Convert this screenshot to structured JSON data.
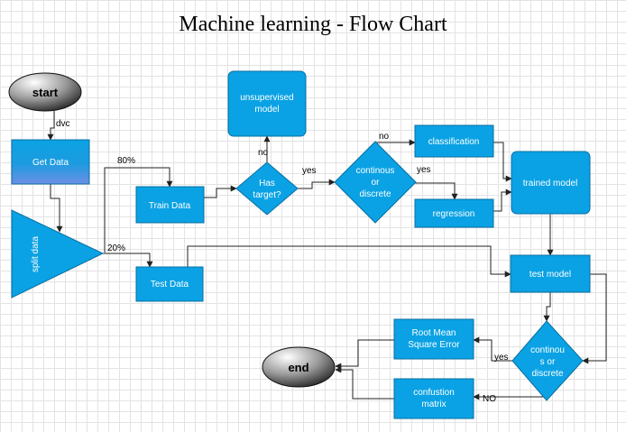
{
  "title": "Machine learning - Flow Chart",
  "colors": {
    "node_fill": "#0aa2e4",
    "node_stroke": "#0a6fa0",
    "terminal_light": "#ffffff",
    "terminal_dark": "#2a2a2a",
    "edge": "#222222",
    "gradient_bottom": "#6d8fe6"
  },
  "nodes": {
    "start": "start",
    "get_data": "Get Data",
    "split_data": "split data",
    "train_data": "Train Data",
    "test_data": "Test Data",
    "has_target_1": "Has",
    "has_target_2": "target?",
    "unsupervised_1": "unsupervised",
    "unsupervised_2": "model",
    "cont_1_1": "continous",
    "cont_1_2": "or",
    "cont_1_3": "discrete",
    "classification": "classification",
    "regression": "regression",
    "trained_model": "trained model",
    "test_model": "test model",
    "cont_2_1": "continou",
    "cont_2_2": "s or",
    "cont_2_3": "discrete",
    "rmse_1": "Root Mean",
    "rmse_2": "Square Error",
    "confusion_1": "confustion",
    "confusion_2": "matrix",
    "end": "end"
  },
  "edge_labels": {
    "dvc": "dvc",
    "pct_80": "80%",
    "pct_20": "20%",
    "no_1": "no",
    "yes_1": "yes",
    "no_2": "no",
    "yes_2": "yes",
    "yes_3": "yes",
    "no_3": "NO"
  }
}
